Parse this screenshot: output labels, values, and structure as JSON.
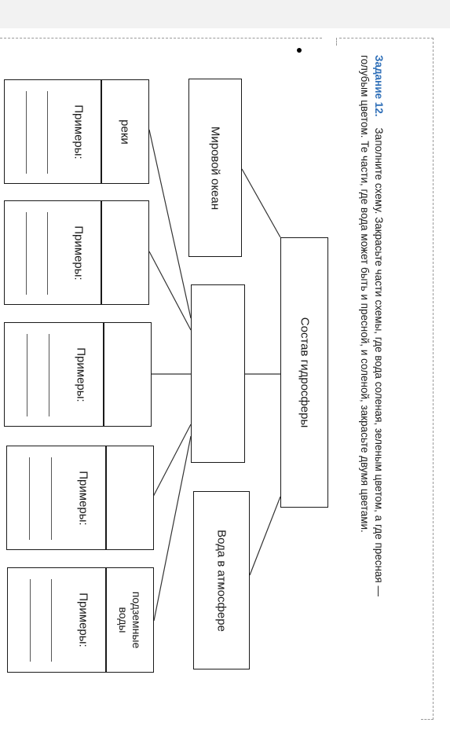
{
  "task": {
    "title": "Задание 12.",
    "text": "Заполните схему. Закрасьте части схемы, где вода соленая, зеленым цветом, а где пресная — голубым цветом. Те части, где вода может быть и пресной, и соленой, закрасьте двумя цветами."
  },
  "diagram": {
    "root": "Состав гидросферы",
    "level1": [
      "Мировой океан",
      "",
      "Вода в атмосфере"
    ],
    "level2": [
      "реки",
      "",
      "",
      "",
      "подземные воды"
    ],
    "examples_label": "Примеры:"
  }
}
